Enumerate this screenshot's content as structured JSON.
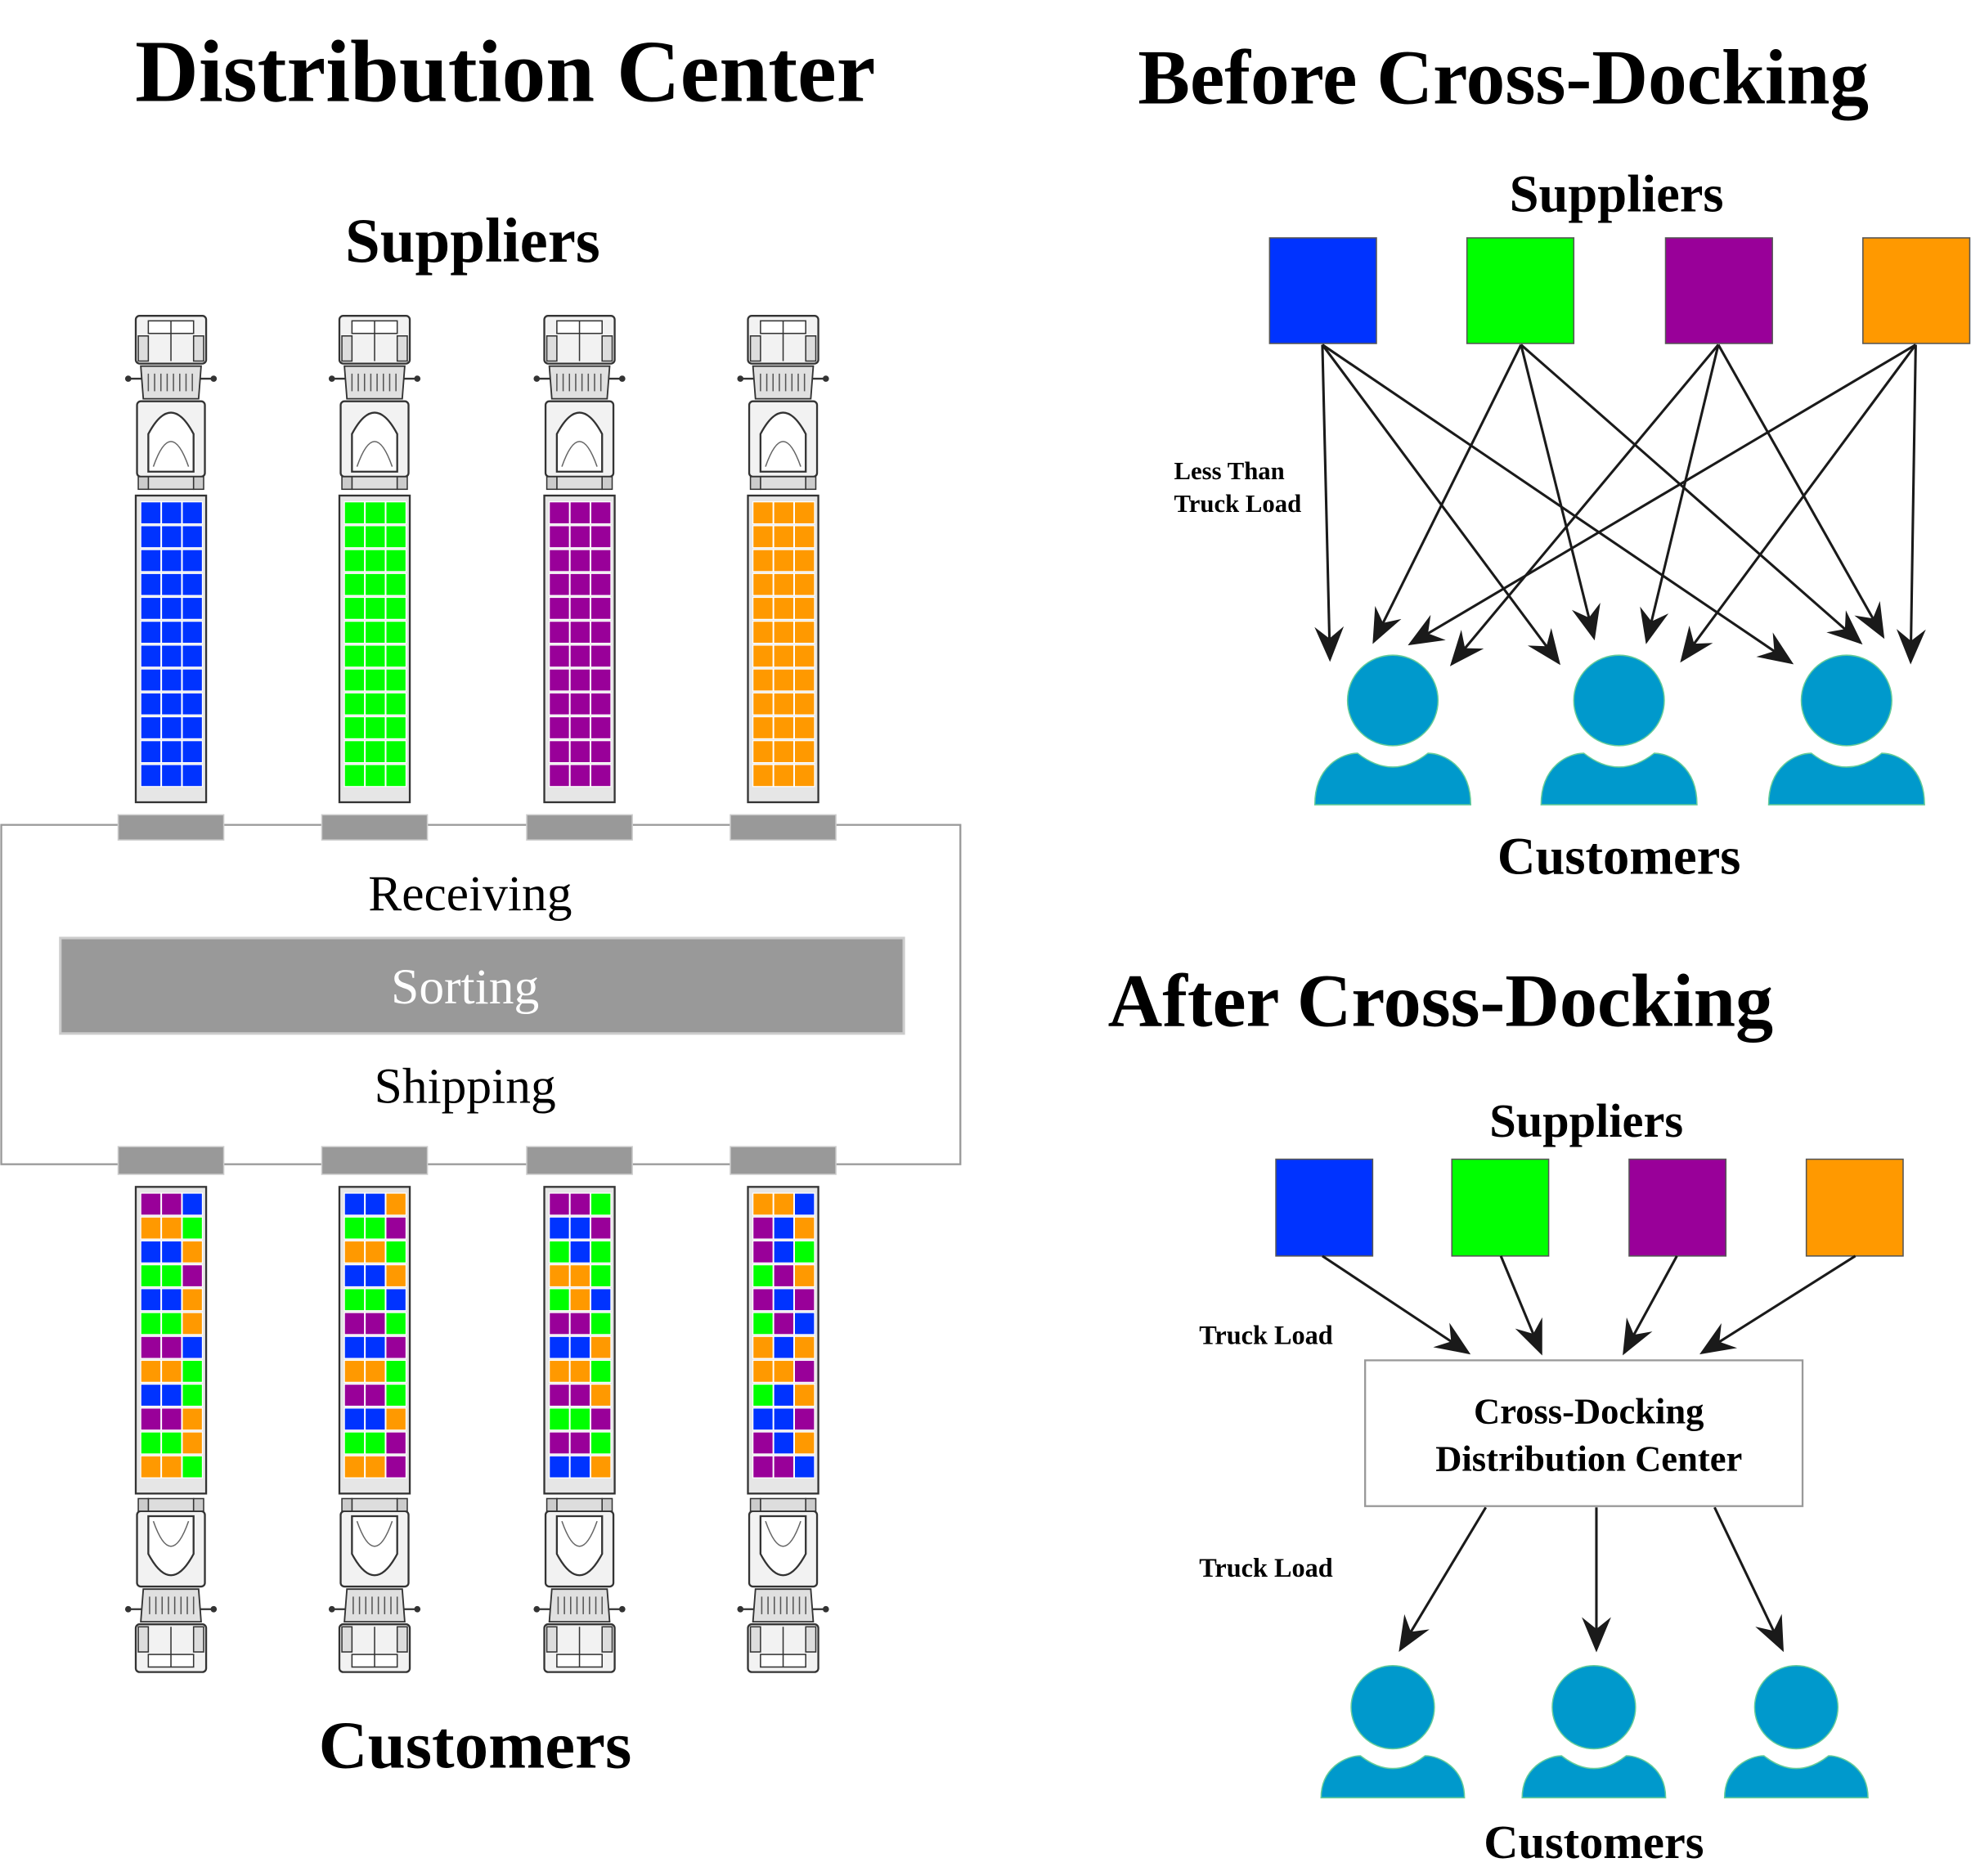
{
  "colors": {
    "blue": "#0033ff",
    "green": "#00ff00",
    "purple": "#990099",
    "orange": "#ff9900",
    "customer": "#0099cc",
    "dock": "#999999",
    "sorting": "#999999"
  },
  "left": {
    "title": "Distribution Center",
    "suppliers_label": "Suppliers",
    "customers_label": "Customers",
    "receiving_label": "Receiving",
    "sorting_label": "Sorting",
    "shipping_label": "Shipping",
    "inbound_trucks": [
      "blue",
      "green",
      "purple",
      "orange"
    ],
    "outbound_loads": [
      [
        [
          "purple",
          "purple",
          "blue"
        ],
        [
          "orange",
          "orange",
          "green"
        ],
        [
          "blue",
          "blue",
          "orange"
        ],
        [
          "green",
          "green",
          "purple"
        ],
        [
          "blue",
          "blue",
          "orange"
        ],
        [
          "green",
          "green",
          "orange"
        ],
        [
          "purple",
          "purple",
          "blue"
        ],
        [
          "orange",
          "orange",
          "green"
        ],
        [
          "blue",
          "blue",
          "green"
        ],
        [
          "purple",
          "purple",
          "orange"
        ],
        [
          "green",
          "green",
          "orange"
        ],
        [
          "orange",
          "orange",
          "green"
        ]
      ],
      [
        [
          "blue",
          "blue",
          "orange"
        ],
        [
          "green",
          "green",
          "purple"
        ],
        [
          "orange",
          "orange",
          "green"
        ],
        [
          "blue",
          "blue",
          "orange"
        ],
        [
          "green",
          "green",
          "blue"
        ],
        [
          "purple",
          "purple",
          "green"
        ],
        [
          "blue",
          "blue",
          "purple"
        ],
        [
          "orange",
          "orange",
          "green"
        ],
        [
          "purple",
          "purple",
          "green"
        ],
        [
          "blue",
          "blue",
          "orange"
        ],
        [
          "green",
          "green",
          "purple"
        ],
        [
          "orange",
          "orange",
          "purple"
        ]
      ],
      [
        [
          "purple",
          "purple",
          "green"
        ],
        [
          "blue",
          "blue",
          "purple"
        ],
        [
          "green",
          "blue",
          "green"
        ],
        [
          "orange",
          "orange",
          "green"
        ],
        [
          "green",
          "orange",
          "blue"
        ],
        [
          "purple",
          "purple",
          "green"
        ],
        [
          "blue",
          "blue",
          "orange"
        ],
        [
          "orange",
          "orange",
          "green"
        ],
        [
          "purple",
          "purple",
          "orange"
        ],
        [
          "green",
          "green",
          "purple"
        ],
        [
          "purple",
          "purple",
          "green"
        ],
        [
          "blue",
          "blue",
          "orange"
        ]
      ],
      [
        [
          "orange",
          "orange",
          "blue"
        ],
        [
          "purple",
          "blue",
          "orange"
        ],
        [
          "purple",
          "blue",
          "green"
        ],
        [
          "green",
          "purple",
          "orange"
        ],
        [
          "purple",
          "blue",
          "purple"
        ],
        [
          "green",
          "purple",
          "blue"
        ],
        [
          "orange",
          "blue",
          "orange"
        ],
        [
          "orange",
          "orange",
          "purple"
        ],
        [
          "green",
          "blue",
          "orange"
        ],
        [
          "blue",
          "blue",
          "purple"
        ],
        [
          "purple",
          "blue",
          "orange"
        ],
        [
          "purple",
          "purple",
          "blue"
        ]
      ]
    ]
  },
  "before": {
    "title": "Before Cross-Docking",
    "suppliers_label": "Suppliers",
    "customers_label": "Customers",
    "edge_label_line1": "Less Than",
    "edge_label_line2": "Truck Load",
    "suppliers": [
      "blue",
      "green",
      "purple",
      "orange"
    ],
    "customer_count": 3
  },
  "after": {
    "title": "After Cross-Docking",
    "suppliers_label": "Suppliers",
    "customers_label": "Customers",
    "inbound_label": "Truck Load",
    "outbound_label": "Truck Load",
    "center_line1": "Cross-Docking",
    "center_line2": "Distribution Center",
    "suppliers": [
      "blue",
      "green",
      "purple",
      "orange"
    ],
    "customer_count": 3
  }
}
